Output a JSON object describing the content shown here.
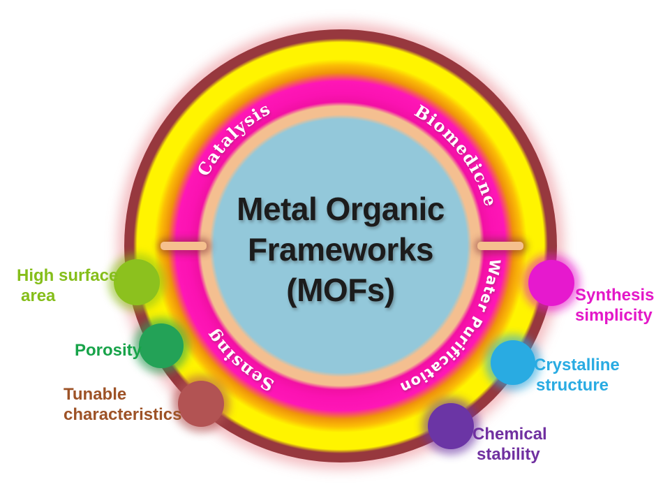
{
  "title": {
    "lines": [
      "Metal Organic",
      "Frameworks",
      "(MOFs)"
    ]
  },
  "ring_labels": {
    "top_left": "Catalysis",
    "top_right": "Biomedicne",
    "right": "Water Purification",
    "bottom": "Sensing"
  },
  "features": [
    {
      "label_line1": "High surface",
      "label_line2": "area",
      "text_color": "#85BE1A",
      "dot_color": "#8CC11E"
    },
    {
      "label_line1": "Porosity",
      "label_line2": "",
      "text_color": "#17A349",
      "dot_color": "#23A257"
    },
    {
      "label_line1": "Tunable",
      "label_line2": "characteristics",
      "text_color": "#9D5226",
      "dot_color": "#B25353"
    },
    {
      "label_line1": "Synthesis",
      "label_line2": "simplicity",
      "text_color": "#E318C8",
      "dot_color": "#E619CE"
    },
    {
      "label_line1": "Crystalline",
      "label_line2": "structure",
      "text_color": "#29ABE2",
      "dot_color": "#29ABE2"
    },
    {
      "label_line1": "Chemical",
      "label_line2": "stability",
      "text_color": "#7030A0",
      "dot_color": "#6B35A5"
    }
  ],
  "palette": {
    "center_blue": "#93C8DA",
    "inner_ring_peach": "#F4BF90",
    "magenta_inner": "#F210A4",
    "magenta_ring": "#FB12B2",
    "magenta_bright": "#FE16B6",
    "orange_band": "#F0930B",
    "amber": "#FBBE05",
    "yellow_ring": "#FFF400",
    "outer_border_maroon": "#97383E",
    "outer_glow_pink": "#F1AEB4",
    "connector_peach": "#F5C08E",
    "title_text": "#1C1C1C",
    "ring_label_text": "#FFFFFF",
    "background": "#FFFFFF"
  }
}
